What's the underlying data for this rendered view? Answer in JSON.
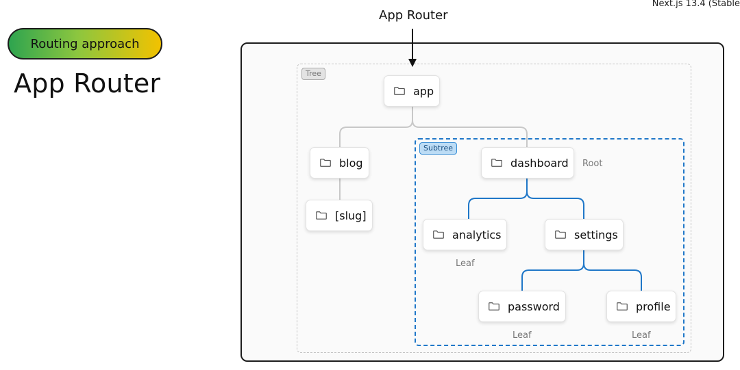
{
  "header": {
    "version": "Next.js 13.4 (Stable",
    "section_pill": "Routing approach",
    "title": "App Router",
    "diagram_label": "App Router"
  },
  "tags": {
    "tree": "Tree",
    "subtree": "Subtree"
  },
  "nodes": {
    "app": "app",
    "blog": "blog",
    "slug": "[slug]",
    "dashboard": "dashboard",
    "analytics": "analytics",
    "settings": "settings",
    "password": "password",
    "profile": "profile"
  },
  "annotations": {
    "root": "Root",
    "leaf_analytics": "Leaf",
    "leaf_password": "Leaf",
    "leaf_profile": "Leaf"
  },
  "colors": {
    "pill_gradient": [
      "#2ea44f",
      "#8cc63f",
      "#f2c200"
    ],
    "subtree_blue": "#1f77c8",
    "tree_gray": "#c4c4c4"
  },
  "icons": {
    "node": "folder-icon",
    "pointer": "arrow-down-icon"
  }
}
